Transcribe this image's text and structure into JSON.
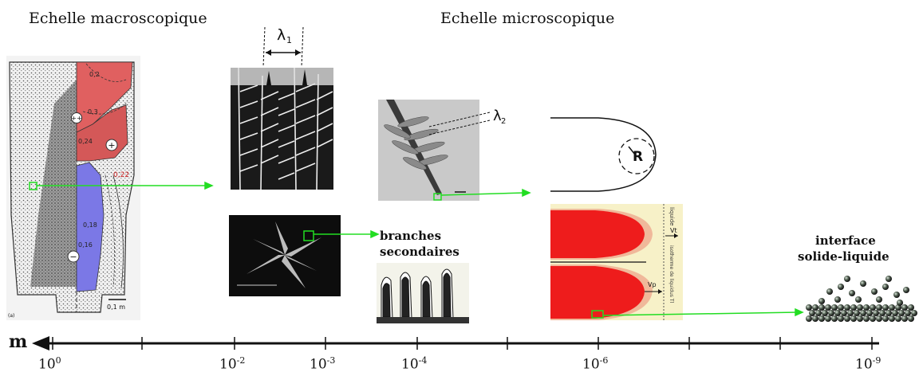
{
  "headings": {
    "macro": "Echelle macroscopique",
    "micro": "Echelle microscopique"
  },
  "symbols": {
    "lambda1_base": "λ",
    "lambda1_sub": "1",
    "lambda2_base": "λ",
    "lambda2_sub": "2",
    "radius": "R"
  },
  "ingot": {
    "contour_values": [
      "0,2",
      "0,3",
      "0,24",
      "0,22",
      "0,18",
      "0,16"
    ],
    "signs": [
      "++",
      "+",
      "−"
    ],
    "scale_label": "0,1 m",
    "panel_label": "(a)"
  },
  "labels": {
    "secondary_line1": "branches",
    "secondary_line2": "secondaires",
    "interface_line1": "interface",
    "interface_line2": "solide-liquide"
  },
  "phase_field": {
    "liquid_label": "liquide",
    "vt": "Vt",
    "vp": "Vp",
    "solid_label": "isotherme de liquidus Tl"
  },
  "axis": {
    "unit": "m",
    "ticks": [
      {
        "base": "10",
        "exp": "0"
      },
      {
        "base": "10",
        "exp": "-2"
      },
      {
        "base": "10",
        "exp": "-3"
      },
      {
        "base": "10",
        "exp": "-4"
      },
      {
        "base": "10",
        "exp": "-6"
      },
      {
        "base": "10",
        "exp": "-9"
      }
    ]
  },
  "colors": {
    "arrow": "#22dd22",
    "red_zone": "#e06060",
    "blue_zone": "#7b78e6",
    "solid_red": "#ee1c1c",
    "cream": "#f7f1c8"
  }
}
